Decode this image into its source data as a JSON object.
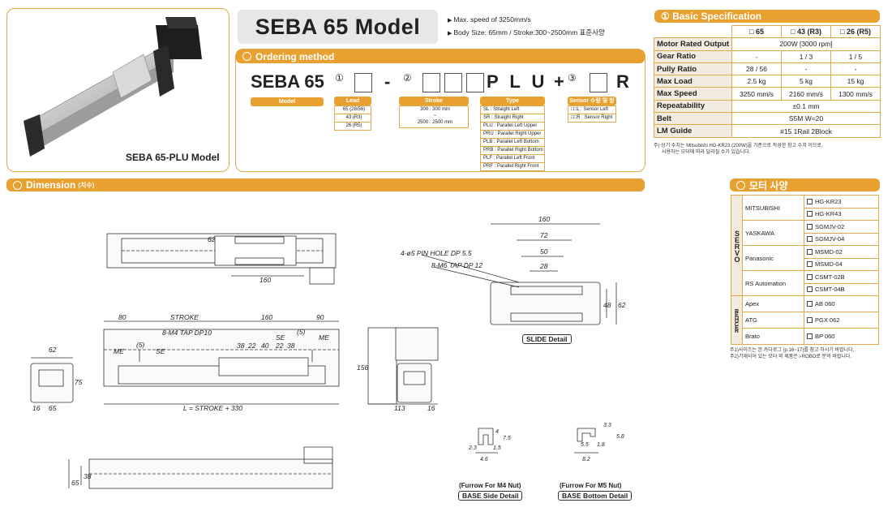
{
  "photo": {
    "caption": "SEBA 65-PLU Model"
  },
  "title": {
    "model": "SEBA 65 Model",
    "bullets": [
      "Max. speed of 3250mm/s",
      "Body Size: 65mm / Stroke:300~2500mm  표준사양"
    ]
  },
  "ordering": {
    "header": "Ordering method",
    "model_code": "SEBA 65",
    "circled": [
      "①",
      "②",
      "③"
    ],
    "dash": "-",
    "type_code": "P L U",
    "plus": "+",
    "suffix": "R",
    "labels": {
      "model": "Model",
      "lead": "Lead",
      "stroke": "Stroke",
      "type": "Type",
      "sensor": "Sensor 수량 및 방향"
    },
    "lead_options": [
      "65 (28/56)",
      "43 (R3)",
      "26 (R5)"
    ],
    "stroke_options": [
      "300 : 300 mm",
      "~",
      "2500 : 2500 mm"
    ],
    "type_options": [
      "SL : Straight Left",
      "SR : Straight Right",
      "PLU : Parallel Left Upper",
      "PRU : Parallel Right Upper",
      "PLB : Parallel Left Bottom",
      "PRB : Parallel Right Bottom",
      "PLF : Parallel Left Front",
      "PRF : Parallel Right Front"
    ],
    "sensor_options": [
      "□□L : Sensor Left",
      "□□R : Sensor Right"
    ]
  },
  "spec": {
    "header": "① Basic Specification",
    "columns": [
      "□ 65",
      "□ 43 (R3)",
      "□ 26 (R5)"
    ],
    "rows": [
      {
        "label": "Motor Rated Output",
        "merged": "200W [3000 rpm]"
      },
      {
        "label": "Gear Ratio",
        "values": [
          "-",
          "1 / 3",
          "1 / 5"
        ]
      },
      {
        "label": "Pully Ratio",
        "values": [
          "28 / 56",
          "-",
          "-"
        ]
      },
      {
        "label": "Max Load",
        "values": [
          "2.5 kg",
          "5 kg",
          "15 kg"
        ]
      },
      {
        "label": "Max Speed",
        "values": [
          "3250 mm/s",
          "2160 mm/s",
          "1300 mm/s"
        ]
      },
      {
        "label": "Repeatability",
        "merged": "±0.1 mm"
      },
      {
        "label": "Belt",
        "merged": "S5M W=20"
      },
      {
        "label": "LM Guide",
        "merged": "#15 1Rail 2Block"
      }
    ],
    "note": [
      "주) 상기 수치는 Mitsubishi HG-KR23 (200W)을 기준으로 작성한 참고 수치 이므로,",
      "사용하는 모터에 따라 달라질 수가 있습니다."
    ]
  },
  "dimension": {
    "header": "Dimension",
    "header_sub": "(치수)",
    "labels": {
      "top_62": "62",
      "top_160": "160",
      "d80": "80",
      "stroke": "STROKE",
      "d160": "160",
      "d90": "90",
      "tap": "8-M4 TAP DP10",
      "me_left": "ME",
      "five_left": "(5)",
      "se_left": "SE",
      "se_right": "SE",
      "five_right": "(5)",
      "me_right": "ME",
      "d38a": "38",
      "d22a": "22",
      "d40": "40",
      "d22b": "22",
      "d38b": "38",
      "length": "L = STROKE + 330",
      "end62": "62",
      "end75": "75",
      "end16a": "16",
      "end65": "65",
      "side156": "156",
      "side113": "113",
      "side16": "16",
      "pin": "4-ø5 PIN HOLE DP 5.5",
      "m6": "8-M6 TAP DP 12",
      "s160": "160",
      "s72": "72",
      "s50": "50",
      "s28": "28",
      "s48": "48",
      "s62": "62",
      "bot65": "65",
      "bot38": "38",
      "m4_dims": [
        "4",
        "7.5",
        "2.3",
        "1.5",
        "4.6"
      ],
      "m5_dims": [
        "3.3",
        "5.8",
        "5.5",
        "1.8",
        "8.2"
      ]
    },
    "slide_detail": "SLIDE Detail",
    "m4_caption": "(Furrow For M4 Nut)",
    "m4_detail": "BASE Side Detail",
    "m5_caption": "(Furrow For M5 Nut)",
    "m5_detail": "BASE Bottom Detail"
  },
  "motor": {
    "header": "모터 사양",
    "groups": [
      {
        "group": "SERVO",
        "brands": [
          {
            "brand": "MITSUBISHI",
            "models": [
              "HG-KR23",
              "HG-KR43"
            ]
          },
          {
            "brand": "YASKAWA",
            "models": [
              "SGMJV-02",
              "SGMJV-04"
            ]
          },
          {
            "brand": "Panasonic",
            "models": [
              "MSMD-02",
              "MSMD-04"
            ]
          },
          {
            "brand": "RS Automation",
            "models": [
              "CSMT-02B",
              "CSMT-04B"
            ]
          }
        ]
      },
      {
        "group": "REDUCER",
        "brands": [
          {
            "brand": "Apex",
            "models": [
              "AB 060"
            ]
          },
          {
            "brand": "ATG",
            "models": [
              "PGX 062"
            ]
          },
          {
            "brand": "Brato",
            "models": [
              "BP 060"
            ]
          }
        ]
      }
    ],
    "note": [
      "주1)사이즈는 본 카다로그 (p.16~17)를 참고 하시기 바랍니다.",
      "주2)기재되어 있는 모터 외 제품은 i-ROBO로 문의 바랍니다."
    ]
  }
}
